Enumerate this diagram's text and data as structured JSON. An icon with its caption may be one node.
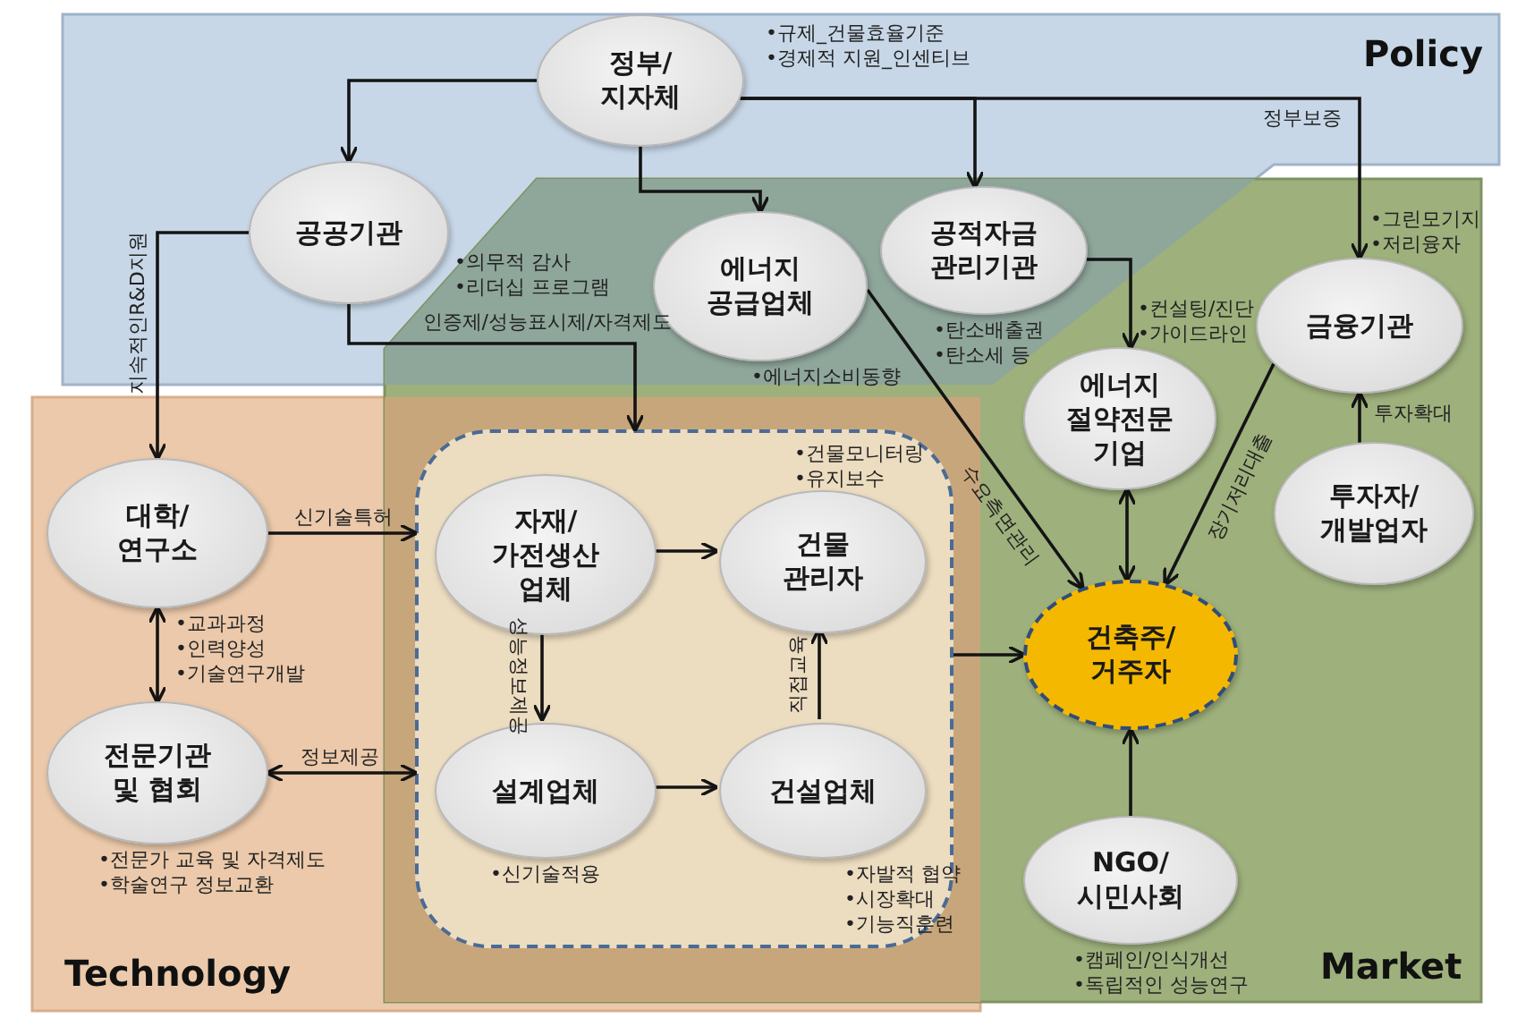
{
  "diagram": {
    "nodes": [
      {
        "text": [
          "정부/ 지자체"
        ],
        "beside": [
          "•규제_건물효율기준",
          "•경제적 지원_인센티브"
        ]
      },
      {
        "text": [
          "공공기관"
        ],
        "beside": [
          "•의무적 감사",
          "•리더십 프로그램"
        ]
      },
      {
        "text": [
          "에너지 공급업체"
        ],
        "beside": [
          "•에너지소비동향"
        ]
      },
      {
        "text": [
          "공적자금 관리기관"
        ],
        "beside": [
          "•탄소배출권",
          "•탄소세 등"
        ]
      },
      {
        "text": [
          "금융기관"
        ],
        "beside": [
          "•그린모기지",
          "•저리융자"
        ]
      },
      {
        "text": [
          "에너지 절약전문 기업"
        ],
        "beside": [
          "•컨설팅/진단",
          "•가이드라인"
        ]
      },
      {
        "text": [
          "투자자/ 개발업자"
        ]
      },
      {
        "text": [
          "대학/ 연구소"
        ],
        "beside": [
          "•교과과정",
          "•인력양성",
          "•기술연구개발"
        ]
      },
      {
        "text": [
          "전문기관 및 협회"
        ],
        "beside": [
          "•전문가 교육 및 자격제도",
          "•학술연구 정보교환"
        ]
      },
      {
        "text": [],
        "shape": "box"
      },
      {
        "text": [
          "자재/ 가전생산 업체"
        ],
        "in": 9
      },
      {
        "text": [
          "건물 관리자"
        ],
        "in": 9,
        "beside": [
          "•건물모니터링",
          "•유지보수"
        ]
      },
      {
        "text": [
          "설계업체"
        ],
        "in": 9,
        "beside": [
          "•신기술적용"
        ]
      },
      {
        "text": [
          "건설업체"
        ],
        "in": 9,
        "beside": [
          "•자발적 협약",
          "•시장확대",
          "•기능직훈련"
        ]
      },
      {
        "text": [
          "건축주/ 거주자"
        ]
      },
      {
        "text": [
          "NGO/ 시민사회"
        ],
        "beside": [
          "•캠페인/인식개선",
          "•독립적인 성능연구"
        ]
      }
    ],
    "edges": [
      {
        "from": 0,
        "to": 1,
        "arrow": "to"
      },
      {
        "from": 0,
        "to": 2,
        "arrow": "to"
      },
      {
        "from": 0,
        "to": 3,
        "arrow": "to"
      },
      {
        "from": 0,
        "to": 4,
        "arrow": "to",
        "label": "정부보증"
      },
      {
        "from": 1,
        "to": 7,
        "arrow": "to",
        "label": "지속적인R&D지원"
      },
      {
        "from": 1,
        "to": 9,
        "arrow": "to",
        "label": "인증제/성능표시제/자격제도"
      },
      {
        "from": 2,
        "to": 14,
        "arrow": "to",
        "label": "수요측면관리"
      },
      {
        "from": 3,
        "to": 5,
        "arrow": "to"
      },
      {
        "from": 4,
        "to": 14,
        "arrow": "to",
        "label": "장기저리대출"
      },
      {
        "from": 6,
        "to": 4,
        "arrow": "to",
        "label": "투자확대"
      },
      {
        "from": 5,
        "to": 14,
        "arrow": "both"
      },
      {
        "from": 7,
        "to": 9,
        "arrow": "to",
        "label": "신기술특허"
      },
      {
        "from": 7,
        "to": 8,
        "arrow": "both"
      },
      {
        "from": 8,
        "to": 9,
        "arrow": "both",
        "label": "정보제공"
      },
      {
        "from": 10,
        "to": 11,
        "arrow": "to"
      },
      {
        "from": 10,
        "to": 12,
        "arrow": "to",
        "label": "성능정보제공"
      },
      {
        "from": 12,
        "to": 13,
        "arrow": "to"
      },
      {
        "from": 13,
        "to": 11,
        "arrow": "to",
        "label": "직접교육"
      },
      {
        "from": 9,
        "to": 14,
        "arrow": "to"
      },
      {
        "from": 15,
        "to": 14,
        "arrow": "to"
      }
    ],
    "labels": [
      "Policy",
      "Technology",
      "Market"
    ]
  }
}
